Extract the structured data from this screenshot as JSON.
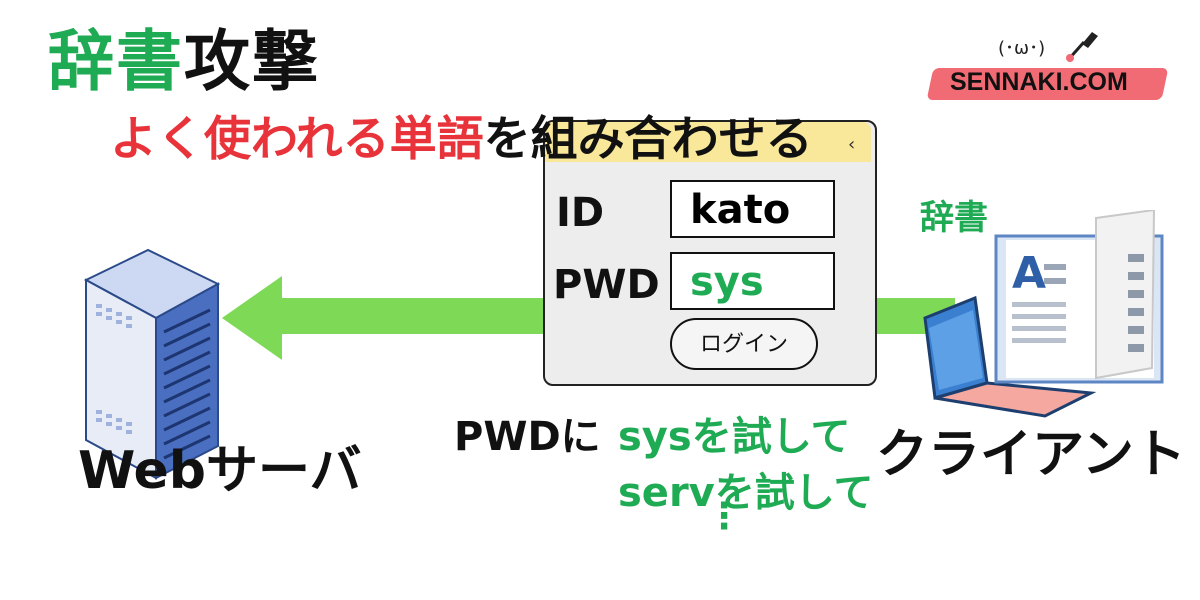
{
  "title": {
    "part1": "辞書",
    "part2": "攻撃"
  },
  "subtitle": {
    "part1": "よく使われる単語",
    "part2": "を組み合わせる"
  },
  "brand": {
    "name": "SENNAKI.COM",
    "face": "(･ω･)"
  },
  "login_form": {
    "id_label": "ID",
    "id_value": "kato",
    "pwd_label": "PWD",
    "pwd_value": "sys",
    "login_button": "ログイン"
  },
  "labels": {
    "webserver": "Webサーバ",
    "client": "クライアント",
    "dictionary": "辞書"
  },
  "attempts": {
    "prefix": "PWDに",
    "first": "sysを試して",
    "second": "servを試して",
    "continuation": "⋮"
  },
  "colors": {
    "green_text": "#1faa54",
    "red_text": "#e8333a",
    "arrow": "#7ed957",
    "brand_band": "#f06b73",
    "login_bar": "#f9e79a"
  }
}
